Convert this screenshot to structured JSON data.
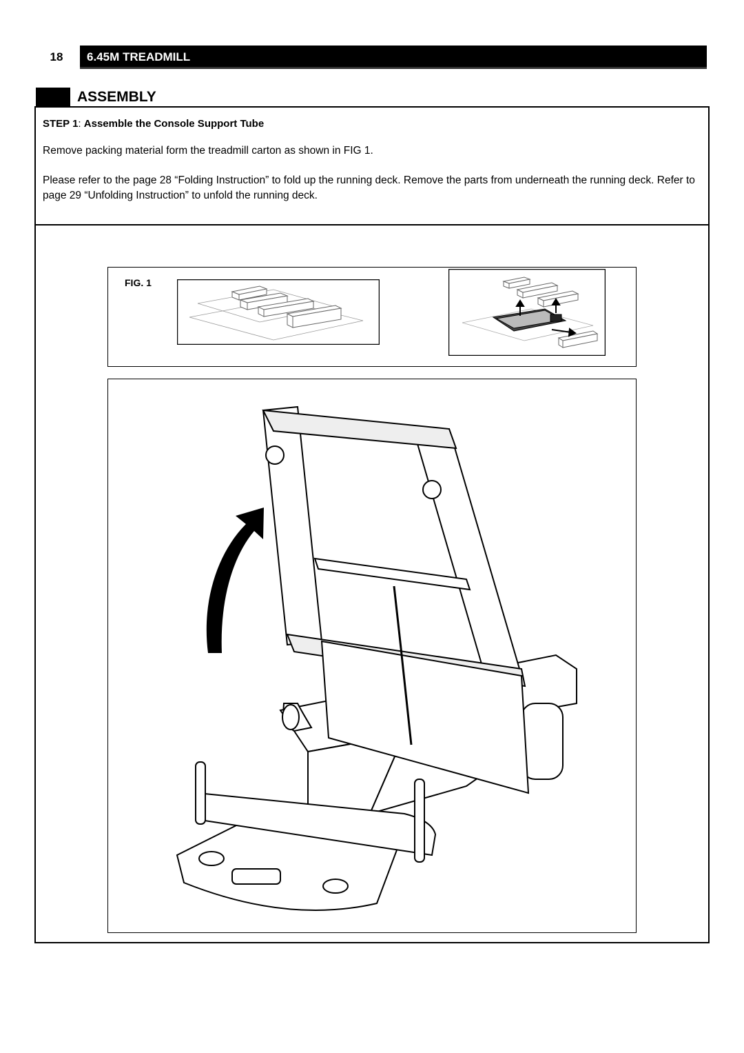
{
  "header": {
    "page_number": "18",
    "product_title": "6.45M TREADMILL"
  },
  "section": {
    "title": "ASSEMBLY"
  },
  "step": {
    "label": "STEP 1",
    "separator": ": ",
    "title": "Assemble the Console Support Tube",
    "paragraph_1": "Remove packing material form the treadmill carton as shown in FIG 1.",
    "paragraph_2": "Please refer to the page 28 “Folding Instruction” to fold up the running deck.  Remove the parts from underneath the running deck.  Refer to page 29 “Unfolding Instruction” to unfold the running deck."
  },
  "figure": {
    "label": "FIG. 1"
  }
}
